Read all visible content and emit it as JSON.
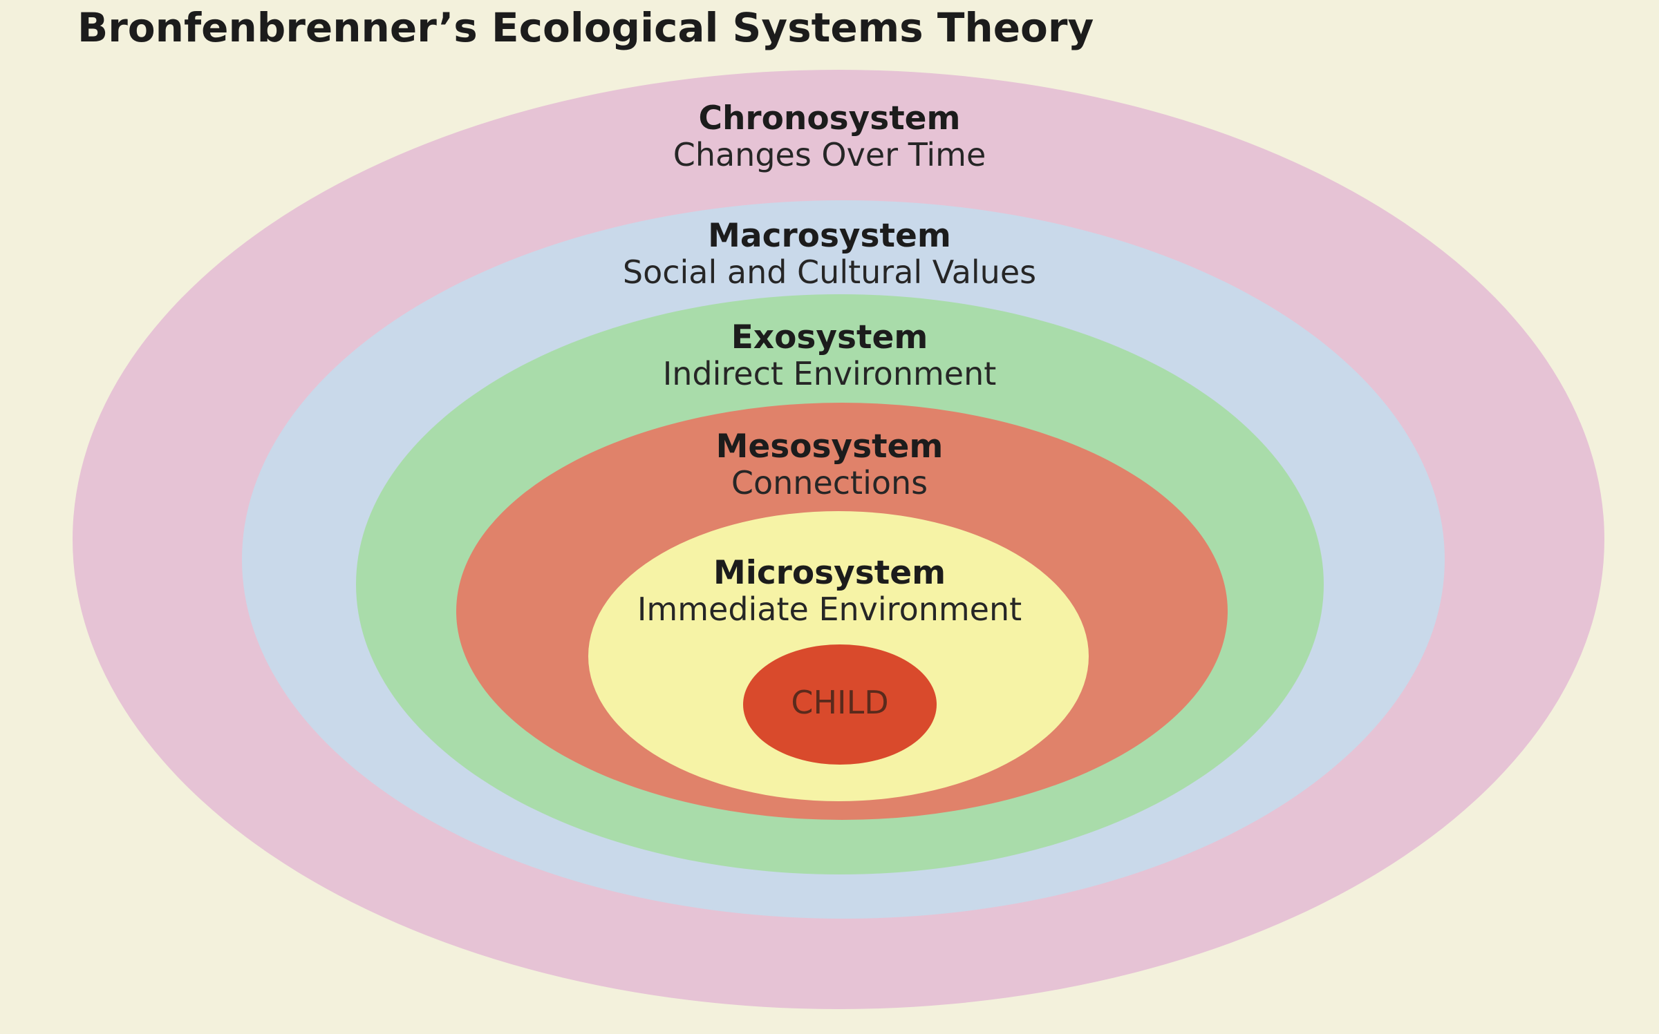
{
  "title": "Bronfenbrenner’s Ecological Systems Theory",
  "layers": [
    {
      "name": "Chronosystem",
      "description": "Changes Over Time",
      "color": "#e6c3d5"
    },
    {
      "name": "Macrosystem",
      "description": "Social and Cultural Values",
      "color": "#c9d9ea"
    },
    {
      "name": "Exosystem",
      "description": "Indirect Environment",
      "color": "#a9dcaa"
    },
    {
      "name": "Mesosystem",
      "description": "Connections",
      "color": "#e0826a"
    },
    {
      "name": "Microsystem",
      "description": "Immediate Environment",
      "color": "#f6f3a6"
    }
  ],
  "center": {
    "label": "CHILD",
    "color": "#d94a2c"
  }
}
